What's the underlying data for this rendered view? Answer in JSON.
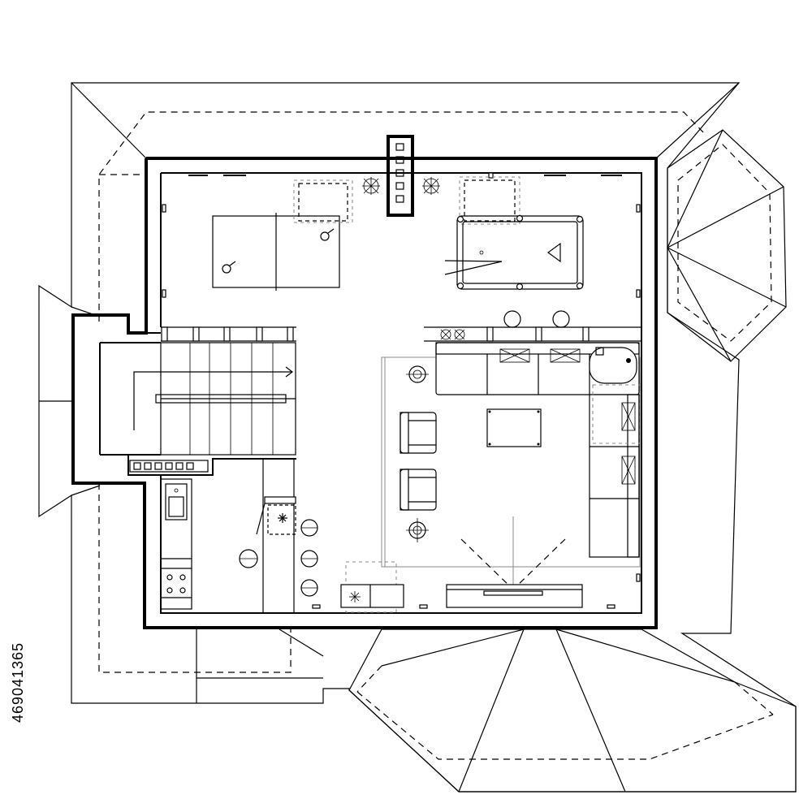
{
  "image_code": "469041365",
  "colors": {
    "line": "#000000",
    "background": "#ffffff",
    "secondary_line": "#888888"
  },
  "plan": {
    "structures": [
      "roof-outline",
      "roof-overhang",
      "exterior-wall",
      "interior-wall",
      "chimney",
      "bay-roof-east",
      "bay-roof-south",
      "dormer-west"
    ],
    "rooms": [
      "game-room",
      "stair-hall",
      "kitchen",
      "living-room"
    ]
  }
}
